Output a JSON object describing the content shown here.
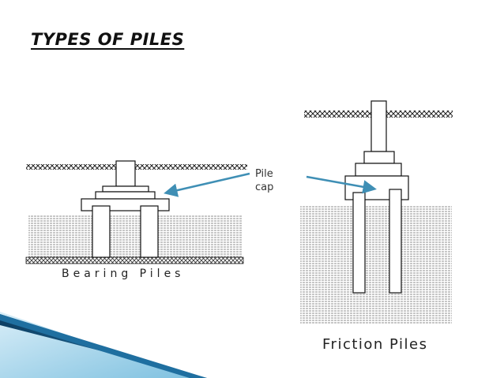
{
  "slide": {
    "title": "TYPES OF PILES"
  },
  "diagram": {
    "bearing_label": "Bearing Piles",
    "friction_label": "Friction Piles",
    "annotation": {
      "line1": "Pile",
      "line2": "cap"
    },
    "arrow_color": "#3f8fb5",
    "accent_color": "#1f6fa0"
  }
}
